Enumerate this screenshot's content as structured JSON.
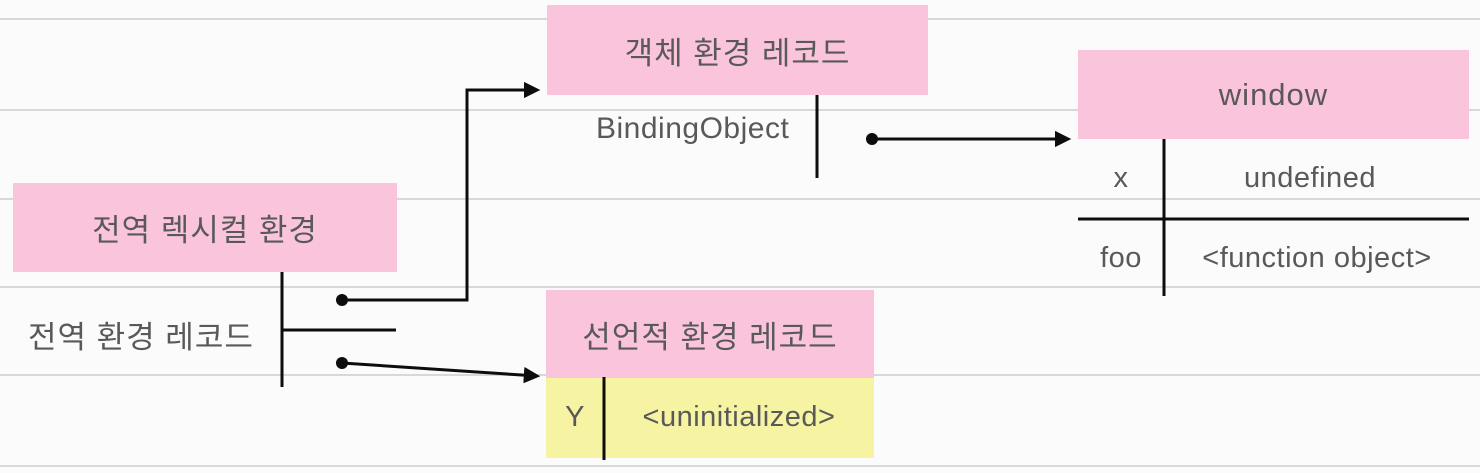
{
  "colors": {
    "background": "#FBFBFB",
    "gridline": "#D8D8D8",
    "highlight_pink": "#FAC4DC",
    "highlight_yellow": "#F6F4A3",
    "text": "#595959",
    "line": "#0D0D0D"
  },
  "diagram": {
    "object_env_record": {
      "title": "객체 환경 레코드",
      "binding_label": "BindingObject"
    },
    "window_object": {
      "title": "window",
      "entries": [
        {
          "key": "x",
          "value": "undefined"
        },
        {
          "key": "foo",
          "value": "<function object>"
        }
      ]
    },
    "global_lexical_env": {
      "title": "전역 렉시컬 환경",
      "record_label": "전역 환경 레코드"
    },
    "declarative_env_record": {
      "title": "선언적 환경 레코드",
      "entries": [
        {
          "key": "Y",
          "value": "<uninitialized>"
        }
      ]
    }
  }
}
